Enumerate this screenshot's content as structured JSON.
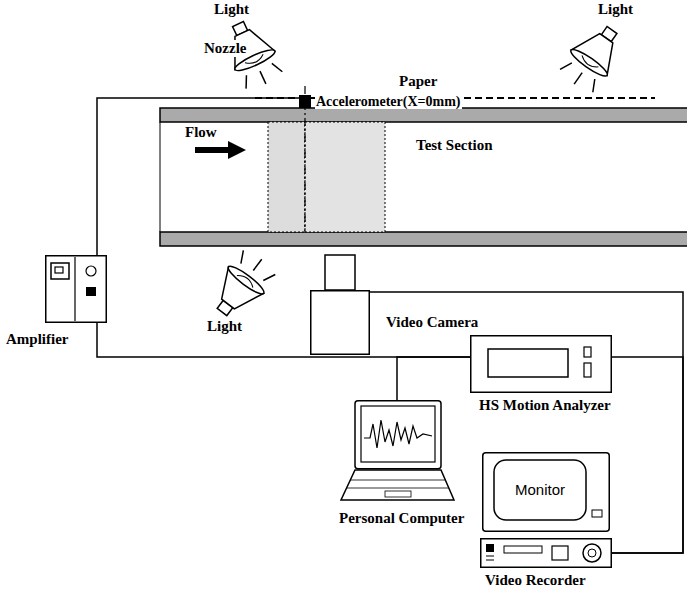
{
  "diagram": {
    "nodes": [
      {
        "text": [
          "Accelerometer(X=0mm)"
        ]
      },
      {
        "text": [
          "Amplifier"
        ]
      },
      {
        "text": [
          "Video Camera"
        ]
      },
      {
        "text": [
          "HS Motion Analyzer"
        ]
      },
      {
        "text": [
          "Personal Computer"
        ]
      },
      {
        "text": [
          "Monitor"
        ]
      },
      {
        "text": [
          "Video Recorder"
        ]
      }
    ],
    "edges": [
      {
        "from": 0,
        "to": 1,
        "arrow": "none"
      },
      {
        "from": 1,
        "to": 3,
        "arrow": "none"
      },
      {
        "from": 4,
        "to": 3,
        "arrow": "none"
      },
      {
        "from": 2,
        "to": 6,
        "arrow": "none"
      },
      {
        "from": 3,
        "to": 6,
        "arrow": "none"
      }
    ],
    "labels": [
      "Light",
      "Light",
      "Paper",
      "Nozzle",
      "Flow",
      "Test Section",
      "Light"
    ]
  }
}
